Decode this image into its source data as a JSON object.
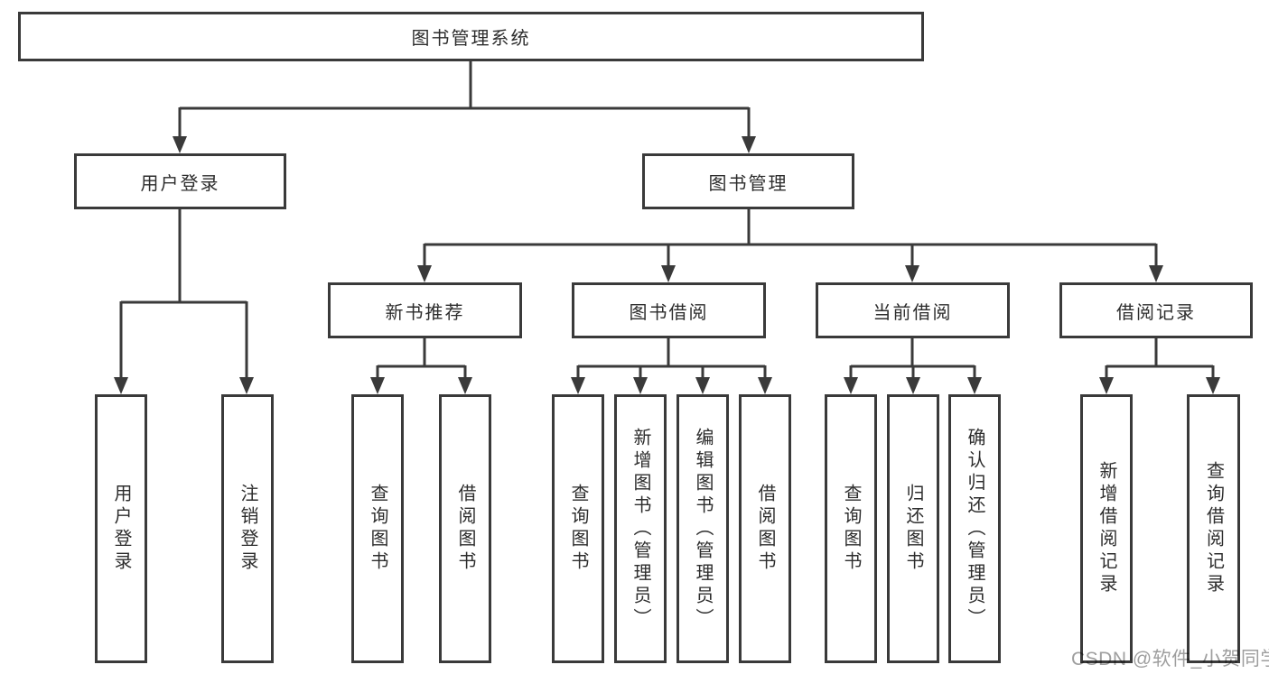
{
  "diagram": {
    "root": {
      "label": "图书管理系统"
    },
    "branches": [
      {
        "label": "用户登录",
        "children": [
          {
            "label": "用户登录"
          },
          {
            "label": "注销登录"
          }
        ]
      },
      {
        "label": "图书管理",
        "children": [
          {
            "label": "新书推荐",
            "children": [
              {
                "label": "查询图书"
              },
              {
                "label": "借阅图书"
              }
            ]
          },
          {
            "label": "图书借阅",
            "children": [
              {
                "label": "查询图书"
              },
              {
                "label": "新增图书（管理员）"
              },
              {
                "label": "编辑图书（管理员）"
              },
              {
                "label": "借阅图书"
              }
            ]
          },
          {
            "label": "当前借阅",
            "children": [
              {
                "label": "查询图书"
              },
              {
                "label": "归还图书"
              },
              {
                "label": "确认归还（管理员）"
              }
            ]
          },
          {
            "label": "借阅记录",
            "children": [
              {
                "label": "新增借阅记录"
              },
              {
                "label": "查询借阅记录"
              }
            ]
          }
        ]
      }
    ],
    "colors": {
      "line": "#3A3A3A",
      "text": "#2D2D2D",
      "background": "#FFFFFF"
    }
  },
  "watermark": {
    "text": "CSDN @软件_小贺同学",
    "color": "#9E9E9E"
  }
}
